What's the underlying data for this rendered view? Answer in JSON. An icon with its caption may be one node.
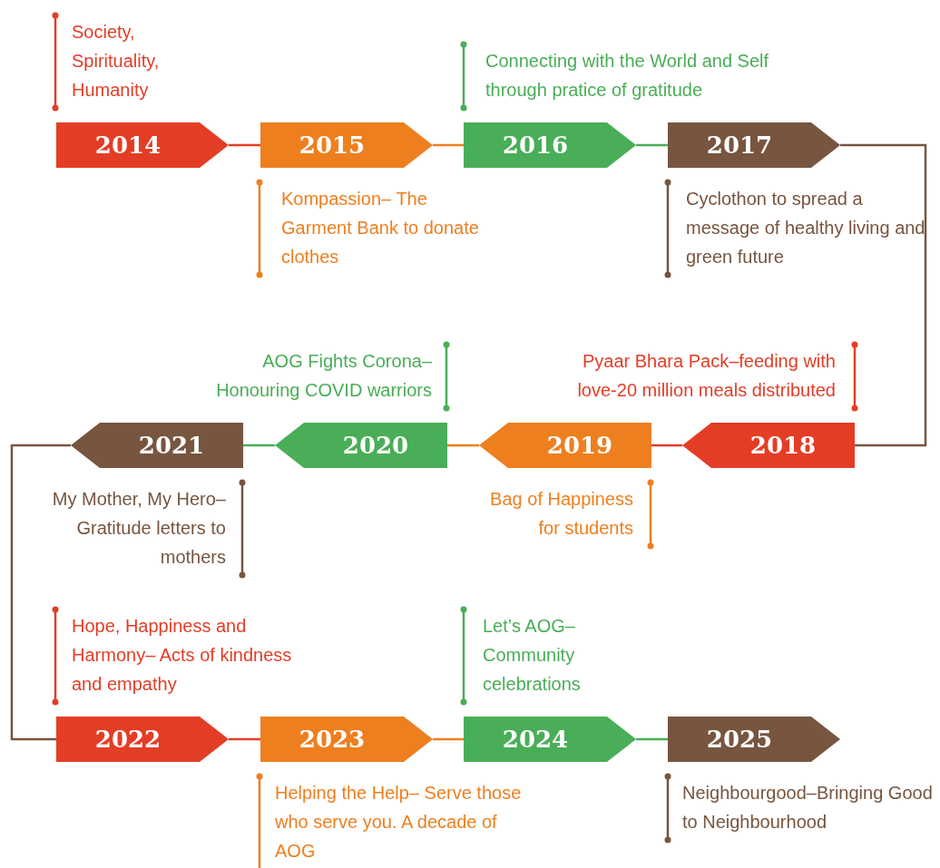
{
  "diagram": {
    "nodes": [
      {
        "text": [
          "2014"
        ],
        "beside": [
          "Society, Spirituality, Humanity"
        ]
      },
      {
        "text": [
          "2015"
        ],
        "beside": [
          "Kompassion– The Garment Bank to donate clothes"
        ]
      },
      {
        "text": [
          "2016"
        ],
        "beside": [
          "Connecting with the World and Self through pratice of gratitude"
        ]
      },
      {
        "text": [
          "2017"
        ],
        "beside": [
          "Cyclothon to spread a message of healthy living and green future"
        ]
      },
      {
        "text": [
          "2018"
        ],
        "beside": [
          "Pyaar Bhara Pack–feeding with love-20 million meals distributed"
        ]
      },
      {
        "text": [
          "2019"
        ],
        "beside": [
          "Bag of Happiness for students"
        ]
      },
      {
        "text": [
          "2020"
        ],
        "beside": [
          "AOG Fights Corona– Honouring COVID warriors"
        ]
      },
      {
        "text": [
          "2021"
        ],
        "beside": [
          "My Mother, My Hero–Gratitude letters to mothers"
        ]
      },
      {
        "text": [
          "2022"
        ],
        "beside": [
          "Hope, Happiness and Harmony– Acts of kindness and empathy"
        ]
      },
      {
        "text": [
          "2023"
        ],
        "beside": [
          "Helping the Help– Serve those who serve you. A decade of AOG"
        ]
      },
      {
        "text": [
          "2024"
        ],
        "beside": [
          "Let’s AOG– Community celebrations"
        ]
      },
      {
        "text": [
          "2025"
        ],
        "beside": [
          "Neighbourgood–Bringing Good to Neighbourhood"
        ]
      }
    ],
    "edges": [
      {
        "from": 0,
        "to": 1,
        "arrow": "none",
        "color": "#e43d26"
      },
      {
        "from": 1,
        "to": 2,
        "arrow": "none",
        "color": "#ee7f1f"
      },
      {
        "from": 2,
        "to": 3,
        "arrow": "none",
        "color": "#49ae57"
      },
      {
        "from": 3,
        "to": 4,
        "arrow": "none",
        "color": "#77553f"
      },
      {
        "from": 4,
        "to": 5,
        "arrow": "none",
        "color": "#e43d26"
      },
      {
        "from": 5,
        "to": 6,
        "arrow": "none",
        "color": "#ee7f1f"
      },
      {
        "from": 6,
        "to": 7,
        "arrow": "none",
        "color": "#49ae57"
      },
      {
        "from": 7,
        "to": 8,
        "arrow": "none",
        "color": "#77553f"
      },
      {
        "from": 8,
        "to": 9,
        "arrow": "none",
        "color": "#e43d26"
      },
      {
        "from": 9,
        "to": 10,
        "arrow": "none",
        "color": "#ee7f1f"
      },
      {
        "from": 10,
        "to": 11,
        "arrow": "none",
        "color": "#49ae57"
      }
    ]
  }
}
